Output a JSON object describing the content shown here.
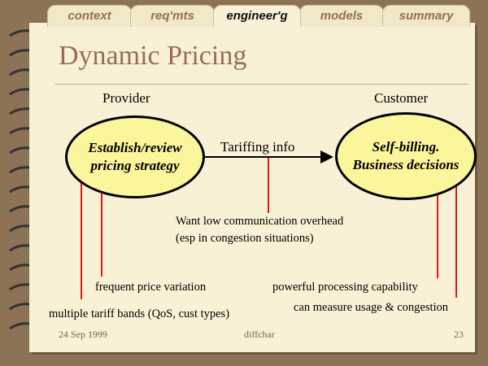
{
  "tabs": [
    {
      "label": "context",
      "active": false
    },
    {
      "label": "req'mts",
      "active": false
    },
    {
      "label": "engineer'g",
      "active": true
    },
    {
      "label": "models",
      "active": false
    },
    {
      "label": "summary",
      "active": false
    }
  ],
  "slide": {
    "title": "Dynamic Pricing",
    "provider_label": "Provider",
    "customer_label": "Customer",
    "provider_box": {
      "line1": "Establish/review",
      "line2": "pricing strategy"
    },
    "customer_box": {
      "line1": "Self-billing.",
      "line2": "Business decisions"
    },
    "arrow_label": "Tariffing info",
    "annotations": {
      "overhead_1": "Want low communication overhead",
      "overhead_2": "(esp in congestion situations)",
      "price_variation": "frequent price variation",
      "tariff_bands": "multiple tariff bands (QoS, cust types)",
      "processing": "powerful processing capability",
      "measure": "can measure usage & congestion"
    }
  },
  "footer": {
    "date": "24 Sep 1999",
    "name": "diffchar",
    "page": "23"
  },
  "colors": {
    "background": "#8c7356",
    "page": "#f8f1d6",
    "title": "#9a6c56",
    "ellipse_fill": "#fbf59c",
    "connector": "#e01818"
  }
}
